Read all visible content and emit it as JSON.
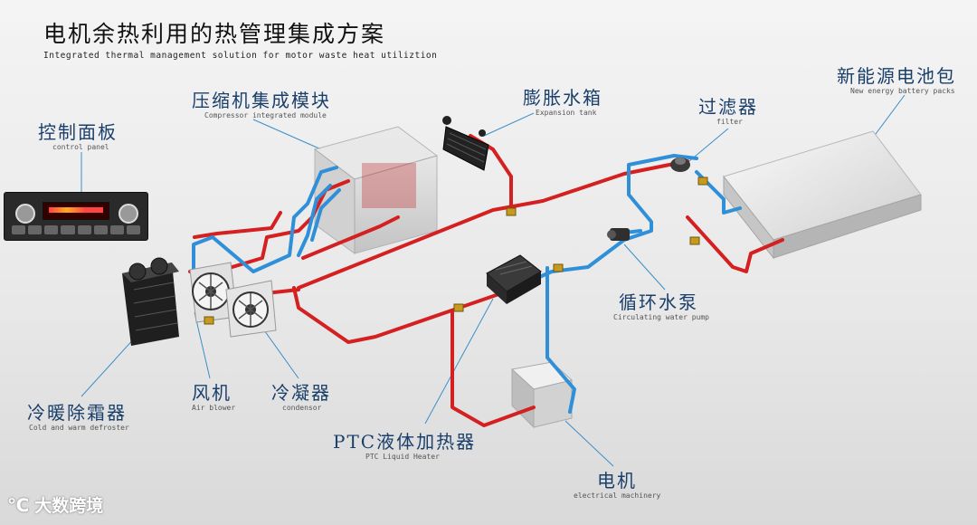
{
  "title": "电机余热利用的热管理集成方案",
  "subtitle": "Integrated thermal management solution for motor waste heat utiliztion",
  "components": {
    "control_panel": {
      "zh": "控制面板",
      "en": "control panel"
    },
    "compressor": {
      "zh": "压缩机集成模块",
      "en": "Compressor integrated module"
    },
    "expansion_tank": {
      "zh": "膨胀水箱",
      "en": "Expansion tank"
    },
    "filter": {
      "zh": "过滤器",
      "en": "filter"
    },
    "battery": {
      "zh": "新能源电池包",
      "en": "New energy battery packs"
    },
    "pump": {
      "zh": "循环水泵",
      "en": "Circulating water pump"
    },
    "defroster": {
      "zh": "冷暖除霜器",
      "en": "Cold and warm defroster"
    },
    "blower": {
      "zh": "风机",
      "en": "Air blower"
    },
    "condenser": {
      "zh": "冷凝器",
      "en": "condensor"
    },
    "ptc": {
      "zh": "PTC液体加热器",
      "en": "PTC Liquid Heater"
    },
    "motor": {
      "zh": "电机",
      "en": "electrical machinery"
    }
  },
  "watermark": {
    "logo": "℃",
    "text": "大数跨境"
  },
  "colors": {
    "hot_pipe": "#d42020",
    "cold_pipe": "#2f8fd8",
    "leader": "#3a8fc8",
    "label": "#1a3f6b"
  }
}
